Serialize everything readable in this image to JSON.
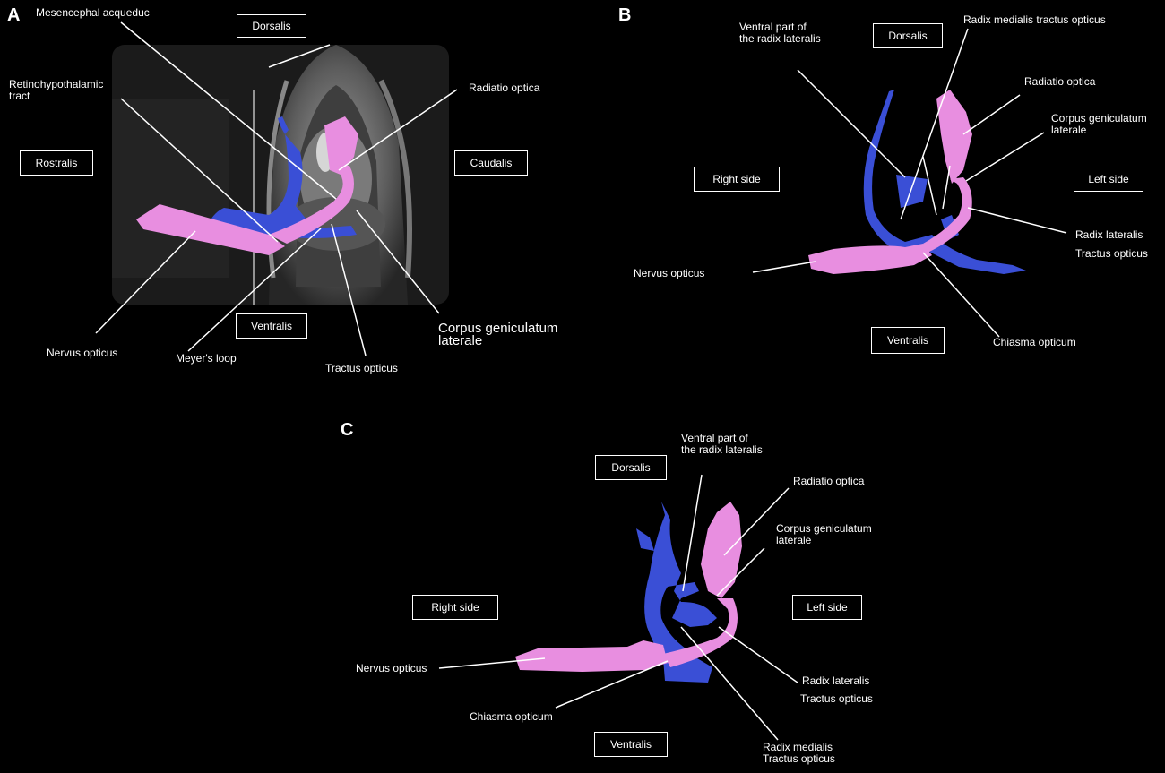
{
  "panels": {
    "a": {
      "letter": "A",
      "labels": {
        "mesencephal": "Mesencephal acqueduc",
        "retino": "Retinohypothalamic\n tract",
        "radiatio": "Radiatio optica",
        "corpus": "Corpus geniculatum\n laterale",
        "nervus": "Nervus opticus",
        "meyer": "Meyer's loop",
        "tractus": "Tractus opticus"
      },
      "boxes": {
        "dorsalis": "Dorsalis",
        "rostralis": "Rostralis",
        "caudalis": "Caudalis",
        "ventralis": "Ventralis"
      }
    },
    "b": {
      "letter": "B",
      "labels": {
        "ventral_part": "Ventral part of\n the radix lateralis",
        "radix_medialis": "Radix medialis tractus opticus",
        "radiatio": "Radiatio optica",
        "corpus": "Corpus geniculatum\n laterale",
        "radix_lateralis": "Radix lateralis",
        "tractus": "Tractus opticus",
        "nervus": "Nervus opticus",
        "chiasma": "Chiasma opticum"
      },
      "boxes": {
        "dorsalis": "Dorsalis",
        "right": "Right side",
        "left": "Left side",
        "ventralis": "Ventralis"
      }
    },
    "c": {
      "letter": "C",
      "labels": {
        "ventral_part": "Ventral part of\n the radix lateralis",
        "radiatio": "Radiatio optica",
        "corpus": "Corpus geniculatum\n laterale",
        "nervus": "Nervus opticus",
        "radix_lateralis": "Radix lateralis",
        "tractus": "Tractus opticus",
        "chiasma": "Chiasma opticum",
        "radix_medialis": "Radix medialis\nTractus opticus"
      },
      "boxes": {
        "dorsalis": "Dorsalis",
        "right": "Right side",
        "left": "Left side",
        "ventralis": "Ventralis"
      }
    }
  },
  "colors": {
    "background": "#000000",
    "tract_pink": "#e88ee0",
    "tract_blue": "#3a4fd6",
    "text": "#ffffff"
  }
}
